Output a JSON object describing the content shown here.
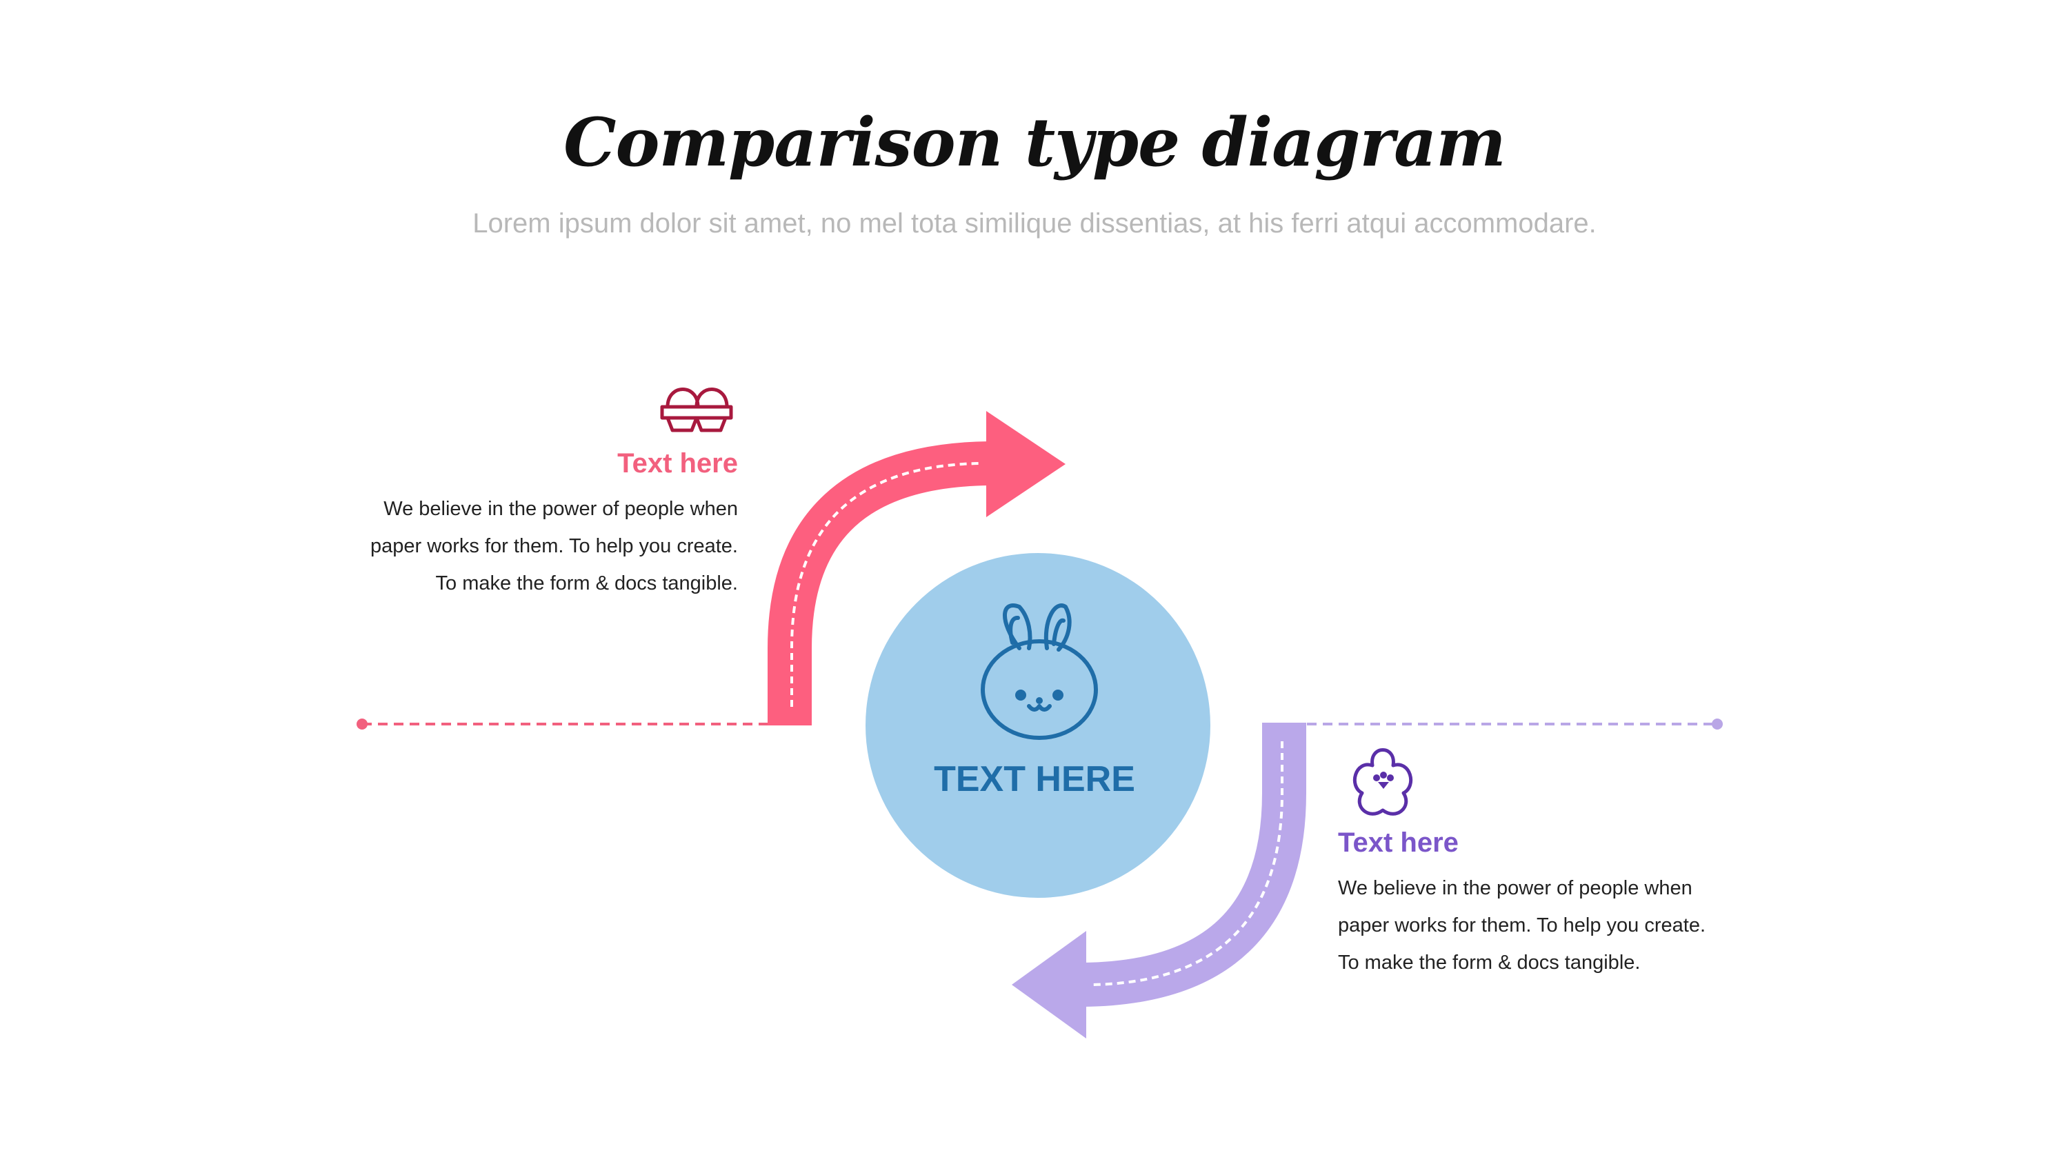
{
  "header": {
    "title": "Comparison type diagram",
    "subtitle": "Lorem ipsum dolor sit amet, no mel tota similique dissentias, at his ferri atqui accommodare."
  },
  "center": {
    "label": "TEXT HERE",
    "icon": "bunny-icon"
  },
  "left_block": {
    "icon": "egg-carton-icon",
    "heading": "Text here",
    "lines": [
      "We believe in the power of people when",
      "paper works for them. To help you create.",
      "To make the form & docs tangible."
    ]
  },
  "right_block": {
    "icon": "flower-icon",
    "heading": "Text here",
    "lines": [
      "We believe in the power of people when",
      "paper works for them. To help you create.",
      "To make the form & docs tangible."
    ]
  },
  "colors": {
    "pink": "#fd5f7f",
    "purple": "#baa8ea",
    "circle": "#a0cdeb",
    "center_text": "#1f6da8",
    "pink_icon": "#a8193e",
    "purple_icon": "#5a2fa8"
  }
}
